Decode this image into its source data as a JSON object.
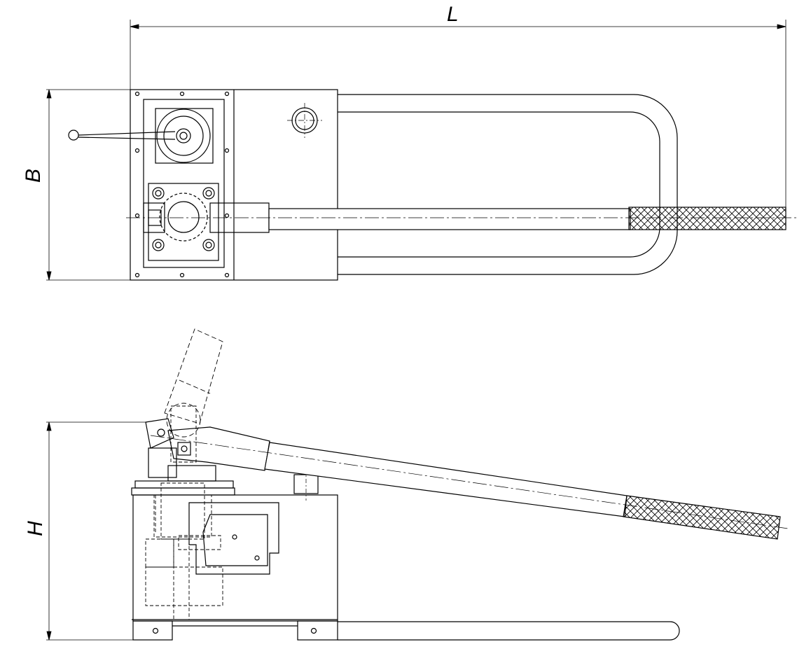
{
  "drawing": {
    "dimensions": {
      "length_label": "L",
      "width_label": "B",
      "height_label": "H"
    },
    "views": {
      "top_view": "plan",
      "side_view": "elevation"
    },
    "colors": {
      "line": "#000000",
      "background": "#ffffff",
      "hatch": "#000000"
    }
  }
}
